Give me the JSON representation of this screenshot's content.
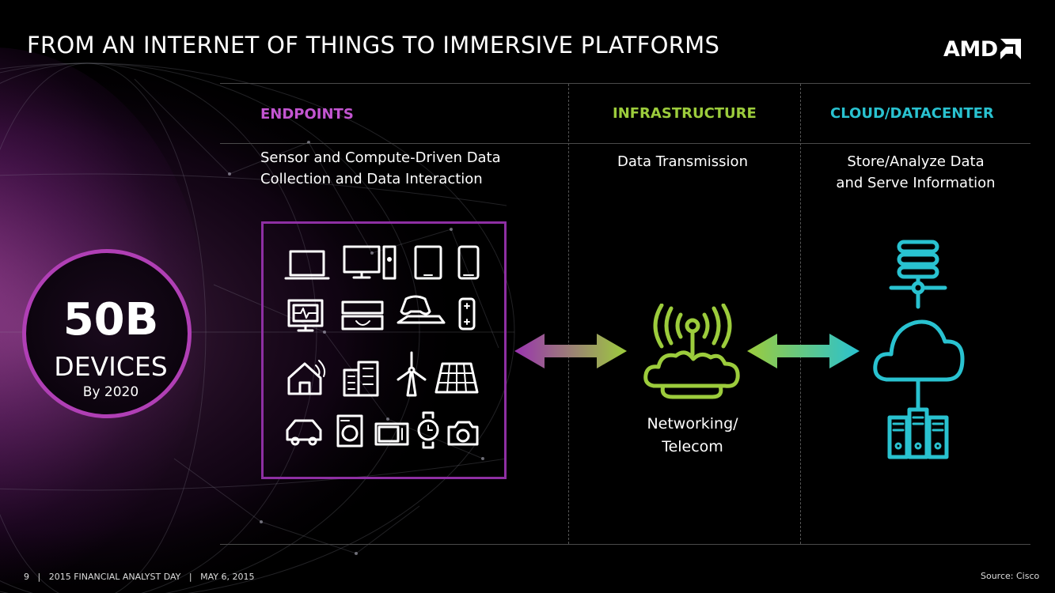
{
  "title": "FROM AN INTERNET OF THINGS TO IMMERSIVE PLATFORMS",
  "logo": {
    "text": "AMD",
    "icon": "amd-arrow-icon"
  },
  "columns": [
    {
      "heading": "ENDPOINTS",
      "color": "#c355d1",
      "desc_line1": "Sensor and Compute-Driven Data",
      "desc_line2": "Collection and Data Interaction"
    },
    {
      "heading": "INFRASTRUCTURE",
      "color": "#9ccc3c",
      "desc_line1": "Data Transmission",
      "desc_line2": ""
    },
    {
      "heading": "CLOUD/DATACENTER",
      "color": "#29c2d0",
      "desc_line1": "Store/Analyze Data",
      "desc_line2": "and Serve Information"
    }
  ],
  "badge": {
    "number": "50B",
    "label": "DEVICES",
    "sub": "By 2020",
    "ring_color": "#b03fb5"
  },
  "network": {
    "line1": "Networking/",
    "line2": "Telecom",
    "color": "#9ccc3c"
  },
  "cloud_color": "#29c2d0",
  "device_icons": [
    "laptop-icon",
    "desktop-icon",
    "tablet-icon",
    "phone-icon",
    "medical-monitor-icon",
    "dvd-player-icon",
    "game-console-icon",
    "handheld-game-icon",
    "smart-home-icon",
    "building-icon",
    "wind-turbine-icon",
    "solar-panel-icon",
    "car-icon",
    "washing-machine-icon",
    "microwave-icon",
    "smartwatch-icon",
    "camera-icon"
  ],
  "footer": {
    "page": "9",
    "sep": "|",
    "event": "2015 FINANCIAL ANALYST DAY",
    "date": "MAY 6, 2015"
  },
  "source": "Source: Cisco"
}
